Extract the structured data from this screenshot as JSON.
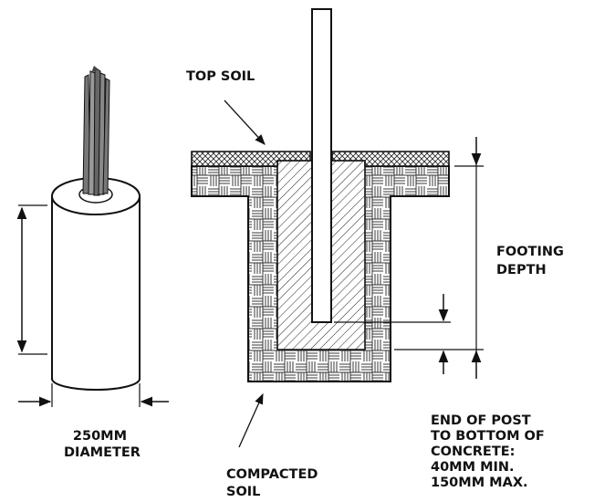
{
  "labels": {
    "top_soil": "TOP SOIL",
    "footing_depth": [
      "FOOTING",
      "DEPTH"
    ],
    "diameter": [
      "250MM",
      "DIAMETER"
    ],
    "compacted_soil": [
      "COMPACTED",
      "SOIL"
    ],
    "end_of_post": [
      "END OF POST",
      "TO BOTTOM OF",
      "CONCRETE:",
      "40MM MIN.",
      "150MM MAX."
    ]
  }
}
